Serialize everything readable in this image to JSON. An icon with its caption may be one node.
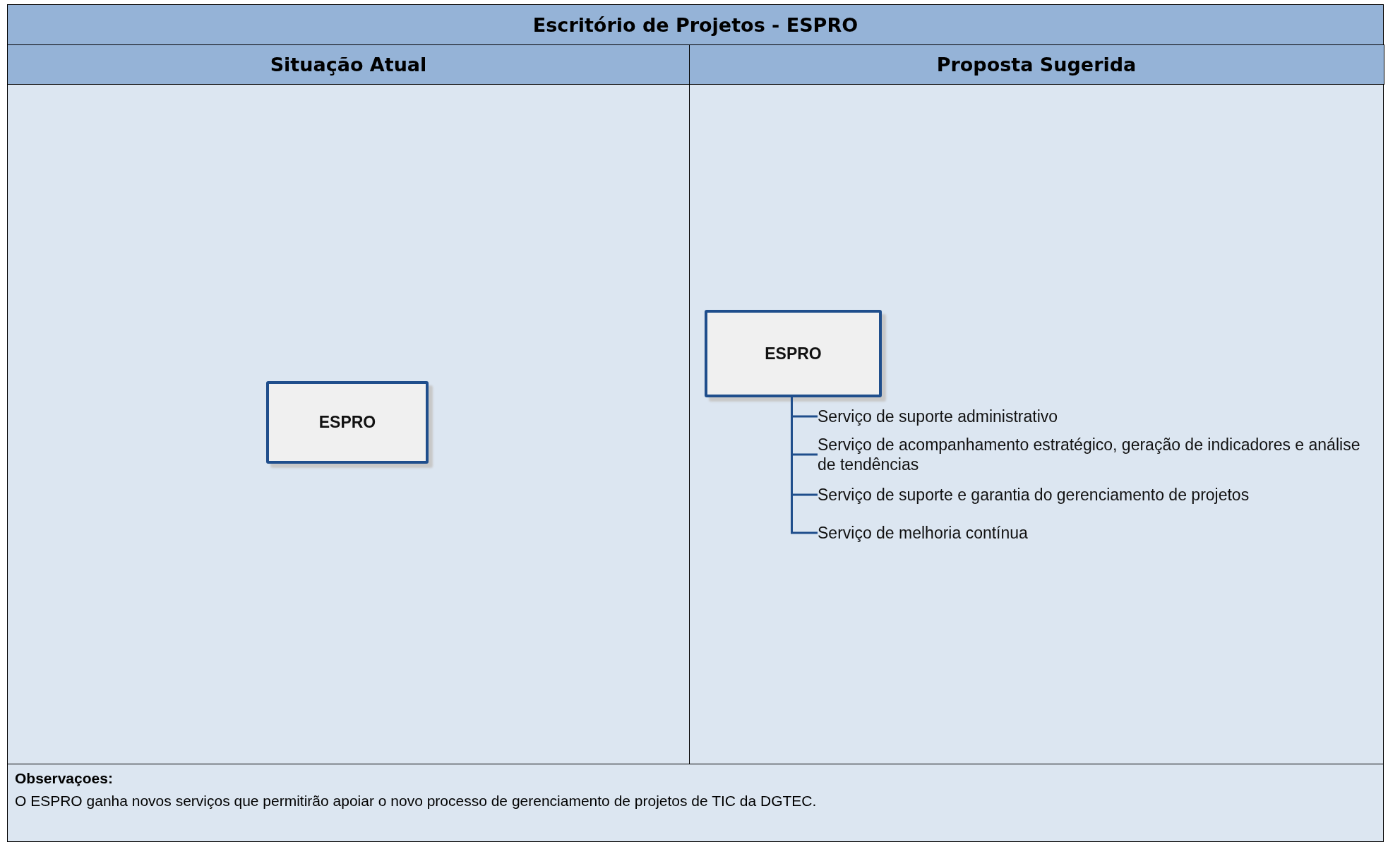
{
  "diagram": {
    "title": "Escritório de Projetos - ESPRO",
    "nodes": [
      {
        "text": [
          "Situação Atual"
        ]
      },
      {
        "text": [
          "Proposta Sugerida"
        ]
      },
      {
        "text": [
          "ESPRO"
        ],
        "in": 0
      },
      {
        "text": [
          "ESPRO"
        ],
        "in": 1
      },
      {
        "text": [
          "Serviço de suporte administrativo"
        ],
        "in": 1
      },
      {
        "text": [
          "Serviço de acompanhamento estratégico, geração de indicadores e análise de tendências"
        ],
        "in": 1
      },
      {
        "text": [
          "Serviço de suporte e garantia do gerenciamento de projetos"
        ],
        "in": 1
      },
      {
        "text": [
          "Serviço de melhoria contínua"
        ],
        "in": 1
      },
      {
        "text": [
          "Observaçoes:",
          "O ESPRO ganha novos serviços que permitirão apoiar o novo processo de gerenciamento de projetos de TIC da DGTEC."
        ]
      }
    ],
    "edges": [
      {
        "from": 3,
        "to": 4,
        "arrow": "none"
      },
      {
        "from": 3,
        "to": 5,
        "arrow": "none"
      },
      {
        "from": 3,
        "to": 6,
        "arrow": "none"
      },
      {
        "from": 3,
        "to": 7,
        "arrow": "none"
      }
    ]
  }
}
